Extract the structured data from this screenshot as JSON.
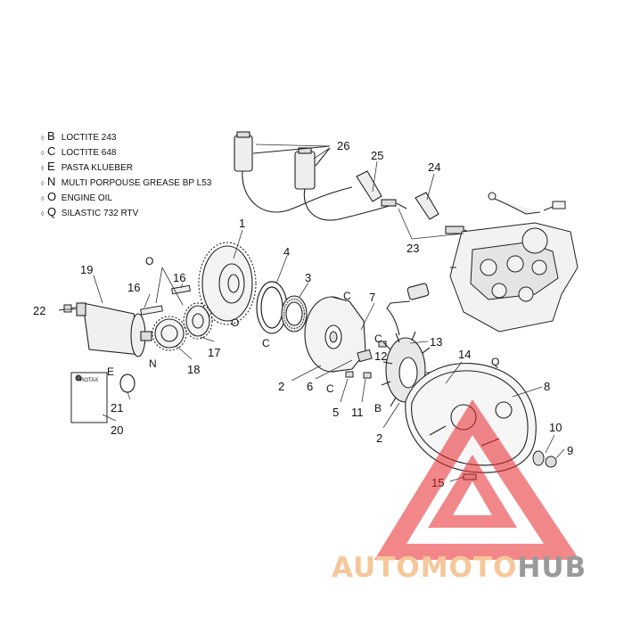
{
  "legend": [
    {
      "code": "B",
      "text": "LOCTITE 243"
    },
    {
      "code": "C",
      "text": "LOCTITE 648"
    },
    {
      "code": "E",
      "text": "PASTA KLUEBER"
    },
    {
      "code": "N",
      "text": "MULTI PORPOUSE GREASE BP L53"
    },
    {
      "code": "O",
      "text": "ENGINE OIL"
    },
    {
      "code": "Q",
      "text": "SILASTIC 732 RTV"
    }
  ],
  "part_numbers": {
    "p1": "1",
    "p2a": "2",
    "p2b": "2",
    "p3": "3",
    "p4": "4",
    "p5": "5",
    "p6": "6",
    "p7": "7",
    "p8": "8",
    "p9": "9",
    "p10": "10",
    "p11": "11",
    "p12": "12",
    "p13": "13",
    "p14": "14",
    "p15": "15",
    "p16a": "16",
    "p16b": "16",
    "p17": "17",
    "p18": "18",
    "p19": "19",
    "p20": "20",
    "p21": "21",
    "p22": "22",
    "p23": "23",
    "p24": "24",
    "p25": "25",
    "p26": "26"
  },
  "symbols": {
    "o1": "O",
    "o2": "O",
    "c1": "C",
    "c2": "C",
    "c3": "C",
    "c4": "C",
    "e1": "E",
    "n1": "N",
    "b1": "B",
    "q1": "Q"
  },
  "manual_label": "ROTAX",
  "watermark": {
    "part1": "AUTOMOTO",
    "part2": "HUB",
    "color1": "#f5c79a",
    "color2": "#9a9a9a",
    "triangle_color": "#e8262b"
  }
}
